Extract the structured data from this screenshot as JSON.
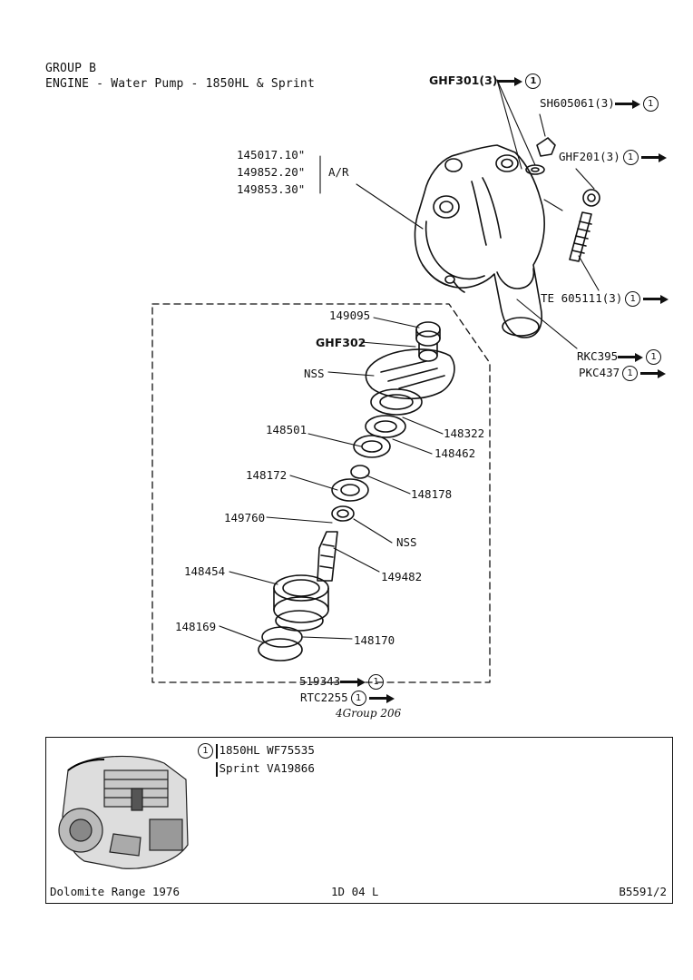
{
  "header": {
    "group": "GROUP B",
    "title": "ENGINE - Water Pump - 1850HL & Sprint"
  },
  "callouts": {
    "ghf301": "GHF301(3)",
    "sh605061": "SH605061(3)",
    "ghf201": "GHF201(3)",
    "housing_1": "145017.10\"",
    "housing_2": "149852.20\"",
    "housing_3": "149853.30\"",
    "ar": "A/R",
    "te605111": "TE 605111(3)",
    "rkc395": "RKC395",
    "pkc437": "PKC437",
    "p149095": "149095",
    "ghf302": "GHF302",
    "nss_top": "NSS",
    "p148322": "148322",
    "p148501": "148501",
    "p148462": "148462",
    "p148172": "148172",
    "p148178": "148178",
    "p149760": "149760",
    "nss_mid": "NSS",
    "p148454": "148454",
    "p149482": "149482",
    "p148169": "148169",
    "p148170": "148170",
    "p519343": "519343",
    "rtc2255": "RTC2255"
  },
  "ref_mark": "1",
  "handwritten_note": "4Group 206",
  "legend": {
    "mark": "1",
    "line1": "1850HL  WF75535",
    "line2": "Sprint  VA19866"
  },
  "footer": {
    "left": "Dolomite Range 1976",
    "center": "1D 04",
    "center_suffix": "L",
    "right": "B5591/2"
  }
}
